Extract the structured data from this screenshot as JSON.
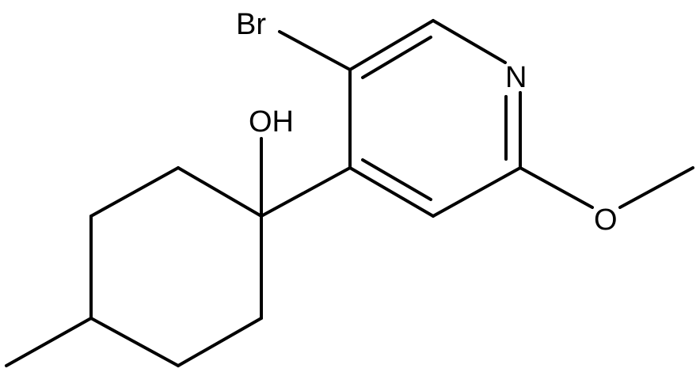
{
  "molecule": {
    "atom_labels": {
      "bromine": "Br",
      "nitrogen": "N",
      "hydroxyl": "OH",
      "methoxy_oxygen": "O"
    }
  }
}
